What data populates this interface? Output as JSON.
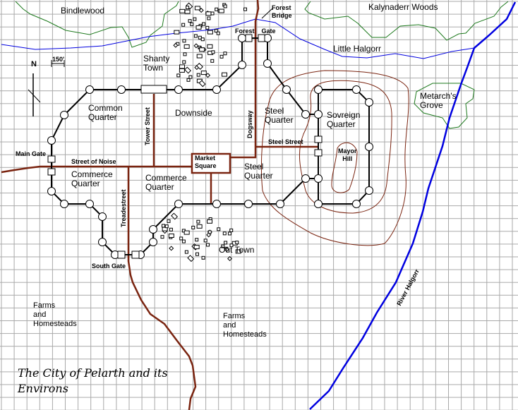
{
  "title": [
    "The City of Pelarth and its",
    "Environs"
  ],
  "scale": "150'",
  "compass": "N",
  "forests": {
    "bindlewood": "Bindlewood",
    "kalynaderr": "Kalynaderr Woods",
    "metarch": [
      "Metarch's",
      "Grove"
    ]
  },
  "rivers": {
    "little": "Little Halgorr",
    "big": "River Halgorr"
  },
  "districts": {
    "shanty": [
      "Shanty",
      "Town"
    ],
    "common": [
      "Common",
      "Quarter"
    ],
    "downside": "Downside",
    "steel1": [
      "Steel",
      "Quarter"
    ],
    "sovreign": [
      "Sovreign",
      "Quarter"
    ],
    "steel2": [
      "Steel",
      "Quarter"
    ],
    "commerce1": [
      "Commerce",
      "Quarter"
    ],
    "commerce2": [
      "Commerce",
      "Quarter"
    ],
    "outtown": "Out Town",
    "farms1": [
      "Farms",
      "and",
      "Homesteads"
    ],
    "farms2": [
      "Farms",
      "and",
      "Homesteads"
    ]
  },
  "landmarks": {
    "forest_bridge": [
      "Forest",
      "Bridge"
    ],
    "forest_gate": [
      "Forest",
      "Gate"
    ],
    "main_gate": "Main Gate",
    "south_gate": "South Gate",
    "market": [
      "Market",
      "Square"
    ],
    "mayor_hill": [
      "Mayor",
      "Hill"
    ]
  },
  "streets": {
    "noise": "Street of Noise",
    "tower": "Tower Street",
    "dogsway": "Dogsway",
    "steel": "Steel Street",
    "tread": "Treadestreet"
  },
  "colors": {
    "grid": "#a8a8a8",
    "road": "#7a2410",
    "river": "#0000e0",
    "forest": "#1e7a1e",
    "contour": "#7a2410",
    "wall": "#000000"
  }
}
